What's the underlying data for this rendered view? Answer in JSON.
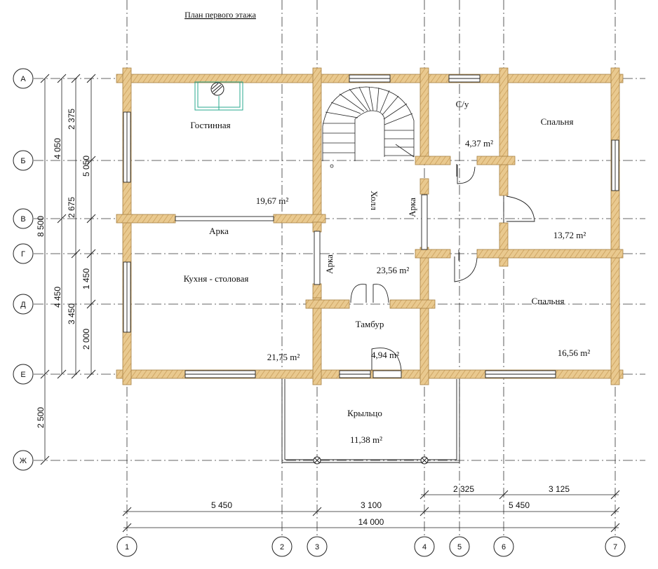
{
  "title": "План первого этажа",
  "rows": [
    "А",
    "Б",
    "В",
    "Г",
    "Д",
    "Е",
    "Ж"
  ],
  "columns": [
    "1",
    "2",
    "3",
    "4",
    "5",
    "6",
    "7"
  ],
  "rooms": {
    "living": {
      "name": "Гостинная",
      "area": "19,67 m²"
    },
    "arch1": {
      "name": "Арка"
    },
    "kitchen": {
      "name": "Кухня - столовая",
      "area": "21,75 m²"
    },
    "hall": {
      "name": "Холл",
      "area": "23,56 m²"
    },
    "arch2": {
      "name": "Арка"
    },
    "arch3": {
      "name": "Арка"
    },
    "vestibule": {
      "name": "Тамбур",
      "area": "4,94 m²"
    },
    "wc": {
      "name": "С/у",
      "area": "4,37 m²"
    },
    "bedroom1": {
      "name": "Спальня",
      "area": "13,72 m²"
    },
    "bedroom2": {
      "name": "Спальня",
      "area": "16,56 m²"
    },
    "porch": {
      "name": "Крыльцо",
      "area": "11,38 m²"
    }
  },
  "dims_left": {
    "total": "8 500",
    "outer_top": "4 050",
    "outer_bottom": "4 450",
    "mid_top": "5 050",
    "mid_bottom": "3 450",
    "inner_1": "2 375",
    "inner_2": "2 675",
    "inner_3": "1 450",
    "inner_4": "2 000",
    "porch": "2 500"
  },
  "dims_bottom": {
    "seg_4_5": "2 325",
    "seg_6_7": "3 125",
    "seg_1_3": "5 450",
    "seg_3_4": "3 100",
    "seg_4_7": "5 450",
    "total": "14 000"
  }
}
